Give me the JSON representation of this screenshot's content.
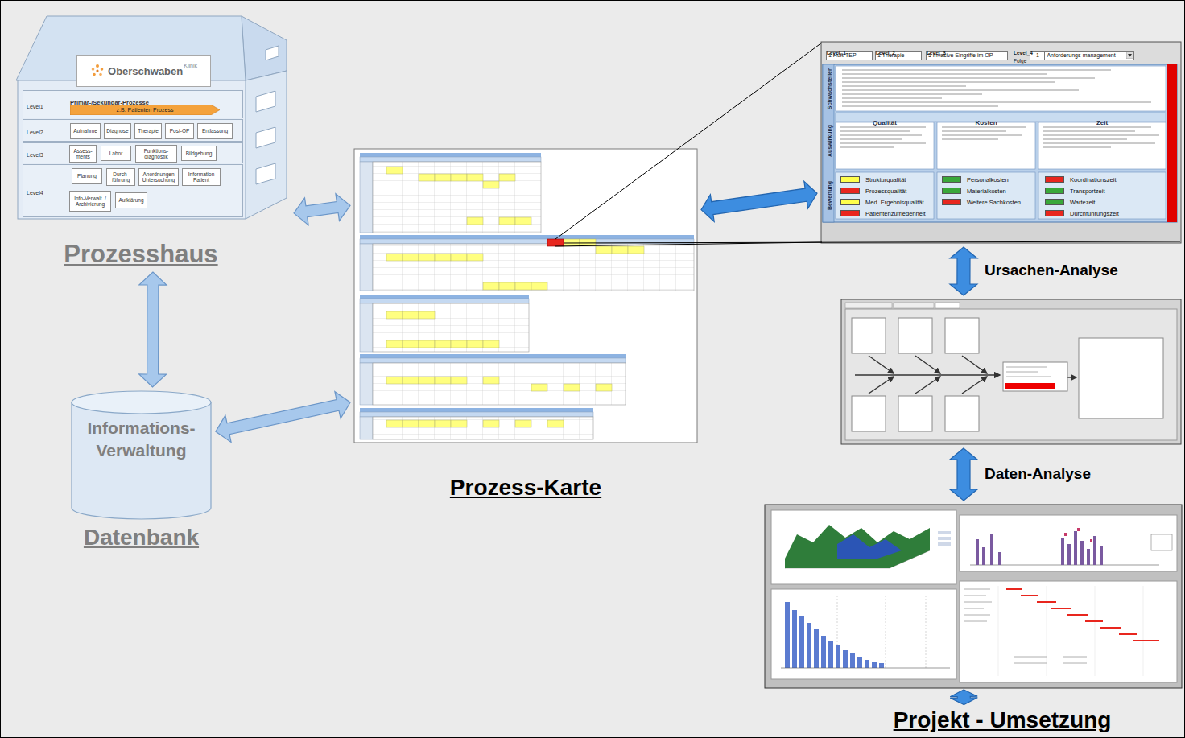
{
  "diagram": {
    "nodes": [
      {
        "text": [
          "Prozesshaus"
        ]
      },
      {
        "text": [
          "Oberschwaben",
          "Klinik"
        ],
        "in": 0
      },
      {
        "text": [
          "Level1",
          "Primär-/Sekundär-Prozesse"
        ],
        "in": 0
      },
      {
        "text": [
          "z.B. Patienten Prozess"
        ],
        "in": 2
      },
      {
        "text": [
          "Level2"
        ],
        "in": 0
      },
      {
        "text": [
          "Aufnahme"
        ],
        "in": 4
      },
      {
        "text": [
          "Diagnose"
        ],
        "in": 4
      },
      {
        "text": [
          "Therapie"
        ],
        "in": 4
      },
      {
        "text": [
          "Post-OP"
        ],
        "in": 4
      },
      {
        "text": [
          "Entlassung"
        ],
        "in": 4
      },
      {
        "text": [
          "Level3"
        ],
        "in": 0
      },
      {
        "text": [
          "Assess- ments"
        ],
        "in": 10
      },
      {
        "text": [
          "Labor"
        ],
        "in": 10
      },
      {
        "text": [
          "Funktions- diagnostik"
        ],
        "in": 10
      },
      {
        "text": [
          "Bildgebung"
        ],
        "in": 10
      },
      {
        "text": [
          "Level4"
        ],
        "in": 0
      },
      {
        "text": [
          "Planung"
        ],
        "in": 15
      },
      {
        "text": [
          "Durch- führung"
        ],
        "in": 15
      },
      {
        "text": [
          "Anordnungen Untersuchung"
        ],
        "in": 15
      },
      {
        "text": [
          "Information Patient"
        ],
        "in": 15
      },
      {
        "text": [
          "Info-Verwalt. / Archivierung"
        ],
        "in": 15
      },
      {
        "text": [
          "Aufklärung"
        ],
        "in": 15
      },
      {
        "text": [
          "Informations- Verwaltung",
          "Datenbank"
        ]
      },
      {
        "text": [
          "Prozess-Karte"
        ]
      },
      {
        "text": [
          "Schwachstellen",
          "Auswirkung",
          "Bewertung"
        ]
      },
      {
        "text": [
          "1 Hüft-TEP"
        ],
        "in": 24
      },
      {
        "text": [
          "1 Therapie"
        ],
        "in": 24
      },
      {
        "text": [
          "5 Invasive Eingriffe im OP"
        ],
        "in": 24
      },
      {
        "text": [
          "1"
        ],
        "in": 24
      },
      {
        "text": [
          "Anforderungs-management"
        ],
        "in": 24
      },
      {
        "text": []
      },
      {
        "text": []
      },
      {
        "text": [
          "Projekt - Umsetzung"
        ]
      }
    ],
    "edges": [
      {
        "from": 0,
        "to": 23,
        "arrow": "both"
      },
      {
        "from": 22,
        "to": 23,
        "arrow": "both"
      },
      {
        "from": 0,
        "to": 22,
        "arrow": "both"
      },
      {
        "from": 23,
        "to": 24,
        "arrow": "both"
      },
      {
        "from": 24,
        "to": 30,
        "arrow": "both",
        "label": "Ursachen-Analyse"
      },
      {
        "from": 30,
        "to": 31,
        "arrow": "both",
        "label": "Daten-Analyse"
      },
      {
        "from": 31,
        "to": 32,
        "arrow": "both"
      }
    ],
    "labels": [
      "Level_1",
      "Level_2",
      "Level_3",
      "Level_4",
      "Folge",
      "Qualität",
      "Kosten",
      "Zeit"
    ],
    "legend": [
      {
        "text": "Strukturqualität",
        "color": "#ffff4d"
      },
      {
        "text": "Prozessqualität",
        "color": "#e8261e"
      },
      {
        "text": "Med. Ergebnisqualität",
        "color": "#ffff4d"
      },
      {
        "text": "Patientenzufriedenheit",
        "color": "#e8261e"
      },
      {
        "text": "Personalkosten",
        "color": "#3aa83a"
      },
      {
        "text": "Materialkosten",
        "color": "#3aa83a"
      },
      {
        "text": "Weitere Sachkosten",
        "color": "#e8261e"
      },
      {
        "text": "Koordinationszeit",
        "color": "#e8261e"
      },
      {
        "text": "Transportzeit",
        "color": "#3aa83a"
      },
      {
        "text": "Wartezeit",
        "color": "#3aa83a"
      },
      {
        "text": "Durchführungszeit",
        "color": "#e8261e"
      }
    ]
  }
}
